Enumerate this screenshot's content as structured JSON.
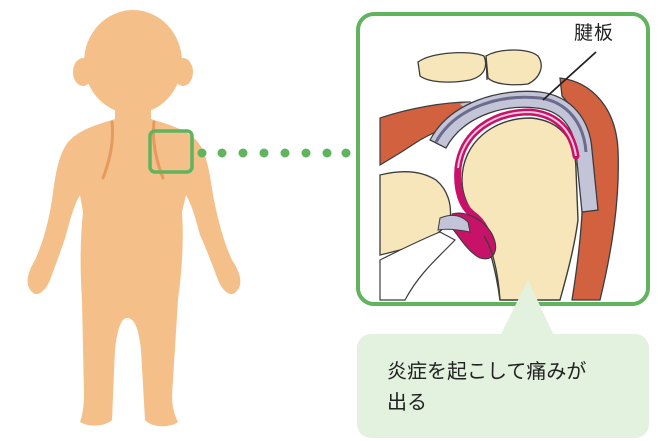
{
  "labels": {
    "tendon": "腱板",
    "caption": "炎症を起こして痛みが\n出る"
  },
  "colors": {
    "skin": "#f5bf8a",
    "frame_green": "#5fb45d",
    "caption_bg": "#e3f1df",
    "muscle": "#d2623f",
    "bone": "#f7e6b9",
    "cartilage": "#b9b9d4",
    "inflamed": "#c8126a"
  },
  "icons": {
    "figure": "child-body-figure",
    "shoulder_marker": "shoulder-highlight-square",
    "connector": "dotted-connector",
    "zoom": "shoulder-joint-zoom-illustration"
  }
}
